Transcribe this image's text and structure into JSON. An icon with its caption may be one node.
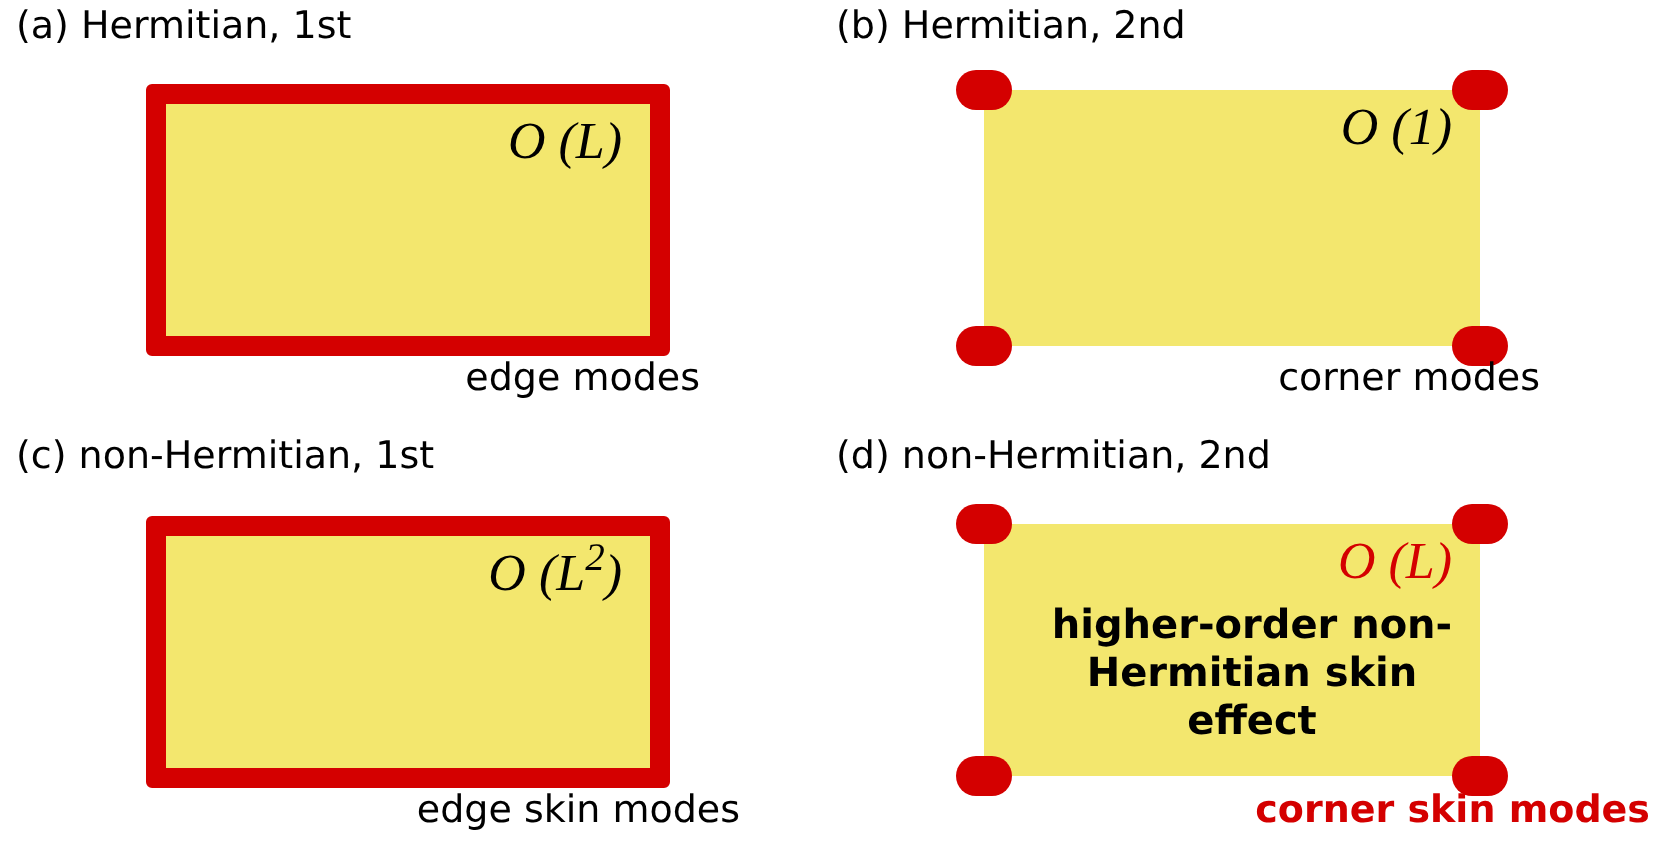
{
  "diagram": {
    "nodes": [
      {
        "text": [
          "(a) Hermitian, 1st",
          "O (L)"
        ],
        "beside": [
          "edge modes"
        ]
      },
      {
        "text": [
          "(b) Hermitian, 2nd",
          "O (1)"
        ],
        "beside": [
          "corner modes"
        ]
      },
      {
        "text": [
          "(c) non-Hermitian, 1st",
          "O (L$^{2}$)"
        ],
        "beside": [
          "edge skin modes"
        ]
      },
      {
        "text": [
          "(d) non-Hermitian, 2nd",
          "O (L)",
          "higher-order non-Hermitian skin effect"
        ],
        "beside": [
          "corner skin modes"
        ]
      }
    ]
  }
}
